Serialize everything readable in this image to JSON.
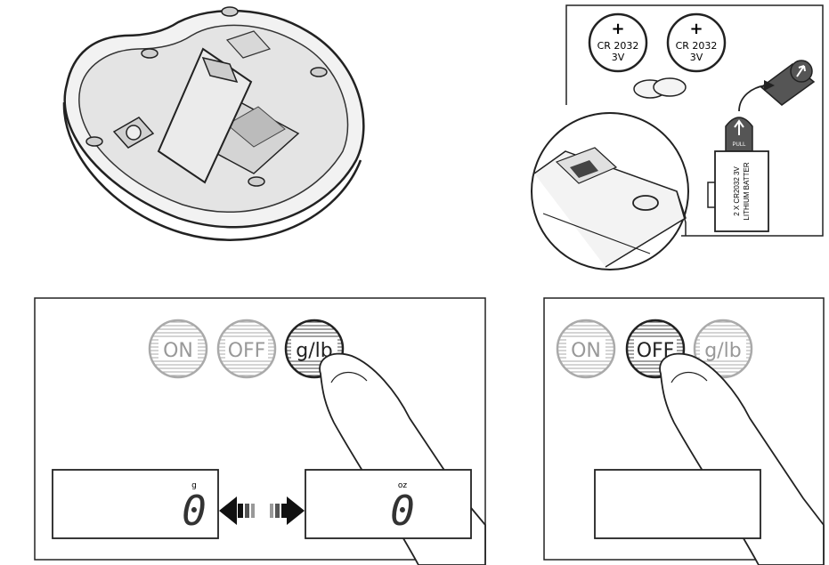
{
  "battery_panel": {
    "coin1": {
      "sign": "+",
      "model": "CR 2032",
      "voltage": "3V"
    },
    "coin2": {
      "sign": "+",
      "model": "CR 2032",
      "voltage": "3V"
    },
    "pull_tab_label": "PULL",
    "battery_label_line1": "2 X CR2032  3V",
    "battery_label_line2": "LITHIUM BATTER"
  },
  "unit_panel": {
    "buttons": {
      "on": "ON",
      "off": "OFF",
      "unit": "g/lb"
    },
    "display_left": {
      "unit": "g",
      "value": "0"
    },
    "display_right": {
      "unit": "oz",
      "value": "0"
    }
  },
  "off_panel": {
    "buttons": {
      "on": "ON",
      "off": "OFF",
      "unit": "g/lb"
    }
  }
}
